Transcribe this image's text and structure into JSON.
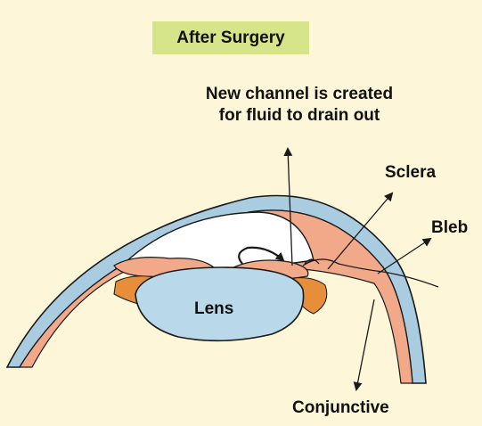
{
  "title": "After Surgery",
  "labels": {
    "channel_line1": "New channel is created",
    "channel_line2": "for fluid to drain out",
    "sclera": "Sclera",
    "bleb": "Bleb",
    "lens": "Lens",
    "conjunctive": "Conjunctive"
  },
  "colors": {
    "background": "#fef6d9",
    "title_bg": "#d7e58a",
    "lens_fill": "#b9d9ea",
    "sclera_fill": "#a9cce0",
    "tissue_fill": "#f2a98a",
    "muscle_fill": "#e78e3a",
    "outline": "#1a1a1a"
  }
}
